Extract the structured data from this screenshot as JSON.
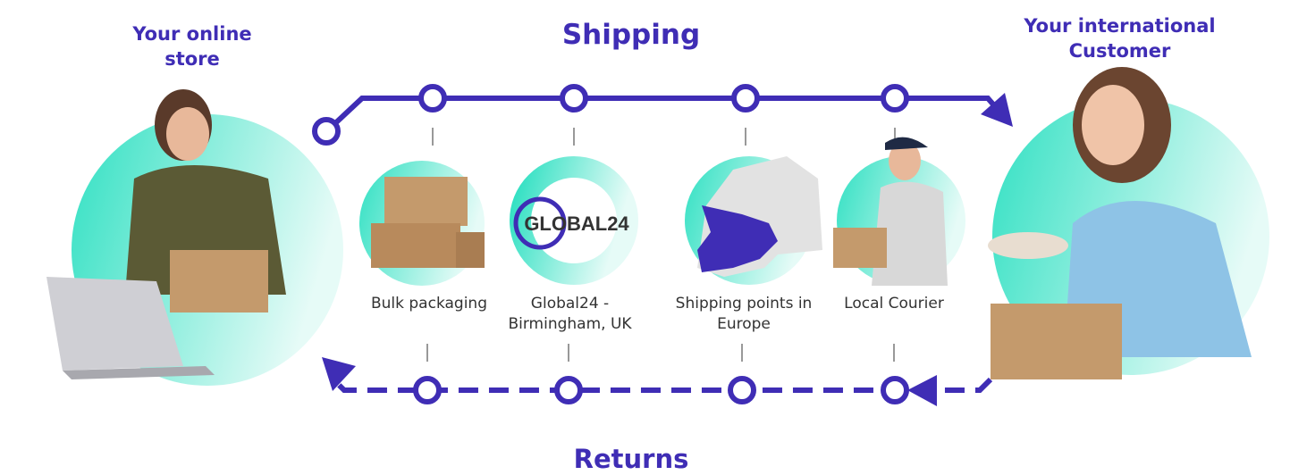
{
  "titles": {
    "store": "Your online store",
    "shipping": "Shipping",
    "customer": "Your international Customer",
    "returns": "Returns"
  },
  "steps": [
    {
      "label": "Bulk packaging",
      "icon": "boxes-icon"
    },
    {
      "label": "Global24 - Birmingham, UK",
      "icon": "global24-logo"
    },
    {
      "label": "Shipping points in Europe",
      "icon": "europe-map-icon"
    },
    {
      "label": "Local Courier",
      "icon": "courier-icon"
    }
  ],
  "logo_text": "GLOBAL24",
  "colors": {
    "accent": "#3f2db5",
    "teal": "#2fe0c2"
  }
}
